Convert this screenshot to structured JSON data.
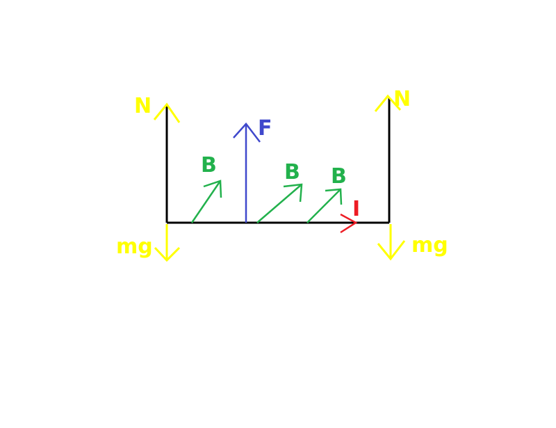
{
  "labels": {
    "normal_left": "N",
    "normal_right": "N",
    "weight_left": "mg",
    "weight_right": "mg",
    "force": "F",
    "field_1": "B",
    "field_2": "B",
    "field_3": "B",
    "current": "I"
  },
  "colors": {
    "rod": "#000000",
    "normal_force": "#ffff00",
    "weight": "#ffff00",
    "force": "#3f48cc",
    "field": "#22b14c",
    "current": "#ed1c24"
  }
}
